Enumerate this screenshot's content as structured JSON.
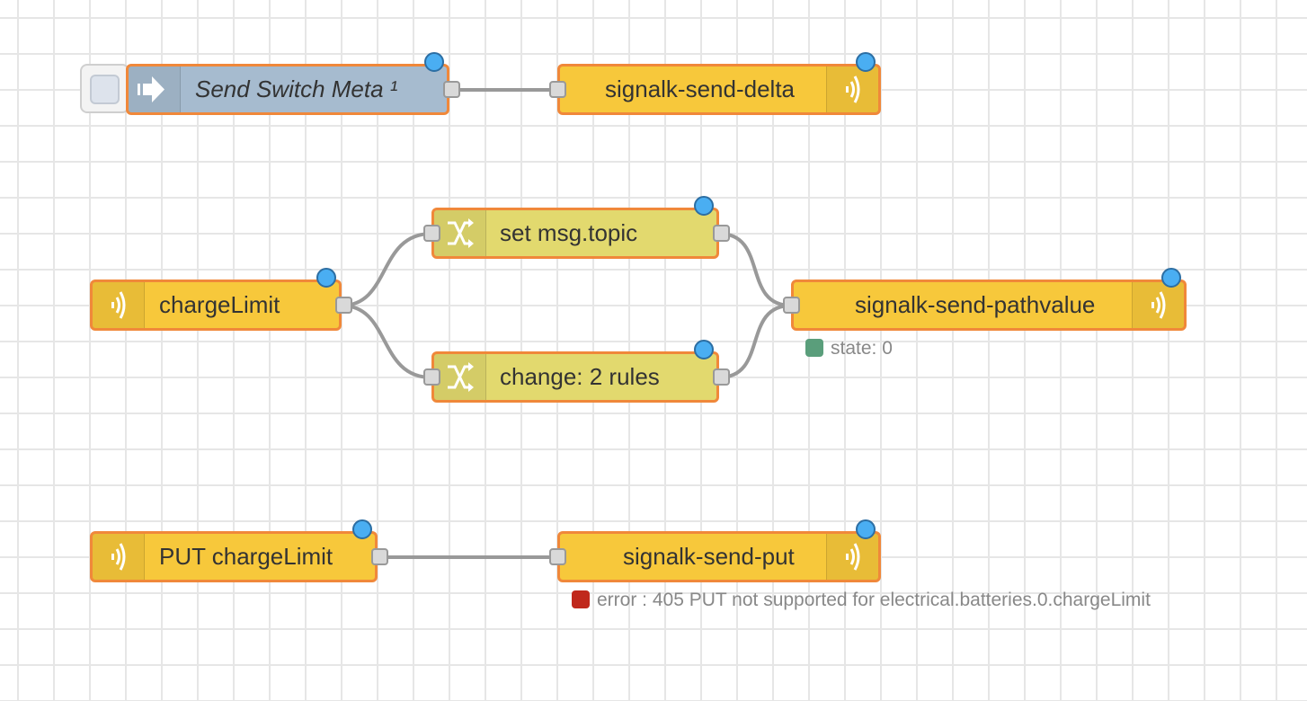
{
  "nodes": {
    "send_switch_meta": {
      "label": "Send Switch Meta ¹",
      "color": "#a6bbcf",
      "icon": "arrow-in-icon"
    },
    "signalk_send_delta": {
      "label": "signalk-send-delta",
      "icon": "signal-wave-icon"
    },
    "set_msg_topic": {
      "label": "set msg.topic",
      "color": "#e2d96e",
      "icon": "shuffle-icon"
    },
    "change_2_rules": {
      "label": "change: 2 rules",
      "color": "#e2d96e",
      "icon": "shuffle-icon"
    },
    "charge_limit": {
      "label": "chargeLimit",
      "icon": "signal-wave-icon"
    },
    "signalk_send_pathvalue": {
      "label": "signalk-send-pathvalue",
      "icon": "signal-wave-icon"
    },
    "put_charge_limit": {
      "label": "PUT chargeLimit",
      "icon": "signal-wave-icon"
    },
    "signalk_send_put": {
      "label": "signalk-send-put",
      "icon": "signal-wave-icon"
    }
  },
  "status": {
    "pathvalue": {
      "text": "state: 0",
      "color": "#5a9e7b"
    },
    "put": {
      "text": "error : 405 PUT not supported for electrical.batteries.0.chargeLimit",
      "color": "#c0281c"
    }
  },
  "colors": {
    "node_fill": "#f7c83b",
    "node_border": "#f0883a",
    "changed_dot": "#4aaef2",
    "wire": "#999999",
    "grid": "#e6e6e6"
  }
}
